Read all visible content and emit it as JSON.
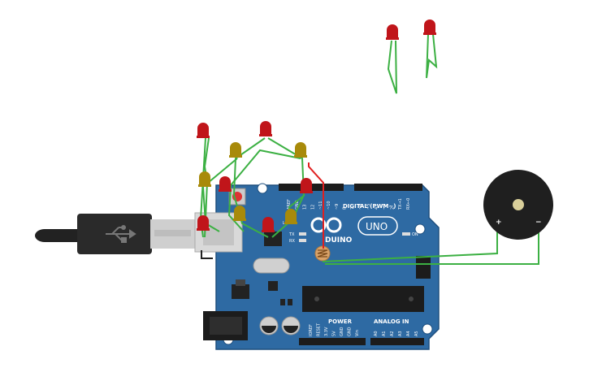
{
  "board": {
    "logo_text": "DUINO",
    "model_text": "UNO",
    "digital_header": "DIGITAL (PWM~)",
    "power_header": "POWER",
    "analog_header": "ANALOG IN",
    "on_label": "ON",
    "tx_label": "TX",
    "rx_label": "RX",
    "l_label": "L",
    "digital_pins": [
      "AREF",
      "GND",
      "13",
      "12",
      "~11",
      "~10",
      "~9",
      "8",
      "7",
      "~6",
      "~5",
      "4",
      "~3",
      "2",
      "TX→1",
      "RX←0"
    ],
    "power_pins": [
      "IOREF",
      "RESET",
      "3.3V",
      "5V",
      "GND",
      "GND",
      "Vin"
    ],
    "analog_pins": [
      "A0",
      "A1",
      "A2",
      "A3",
      "A4",
      "A5"
    ]
  },
  "buzzer": {
    "plus_label": "+",
    "minus_label": "−"
  },
  "colors": {
    "board": "#2e6aa3",
    "board_edge": "#1f4f7e",
    "wire_green": "#3cb043",
    "wire_red": "#e02020",
    "led_red": "#c0151a",
    "led_yellow": "#a88a0a",
    "usb_black": "#222222"
  },
  "icons": [
    "usb-icon"
  ]
}
